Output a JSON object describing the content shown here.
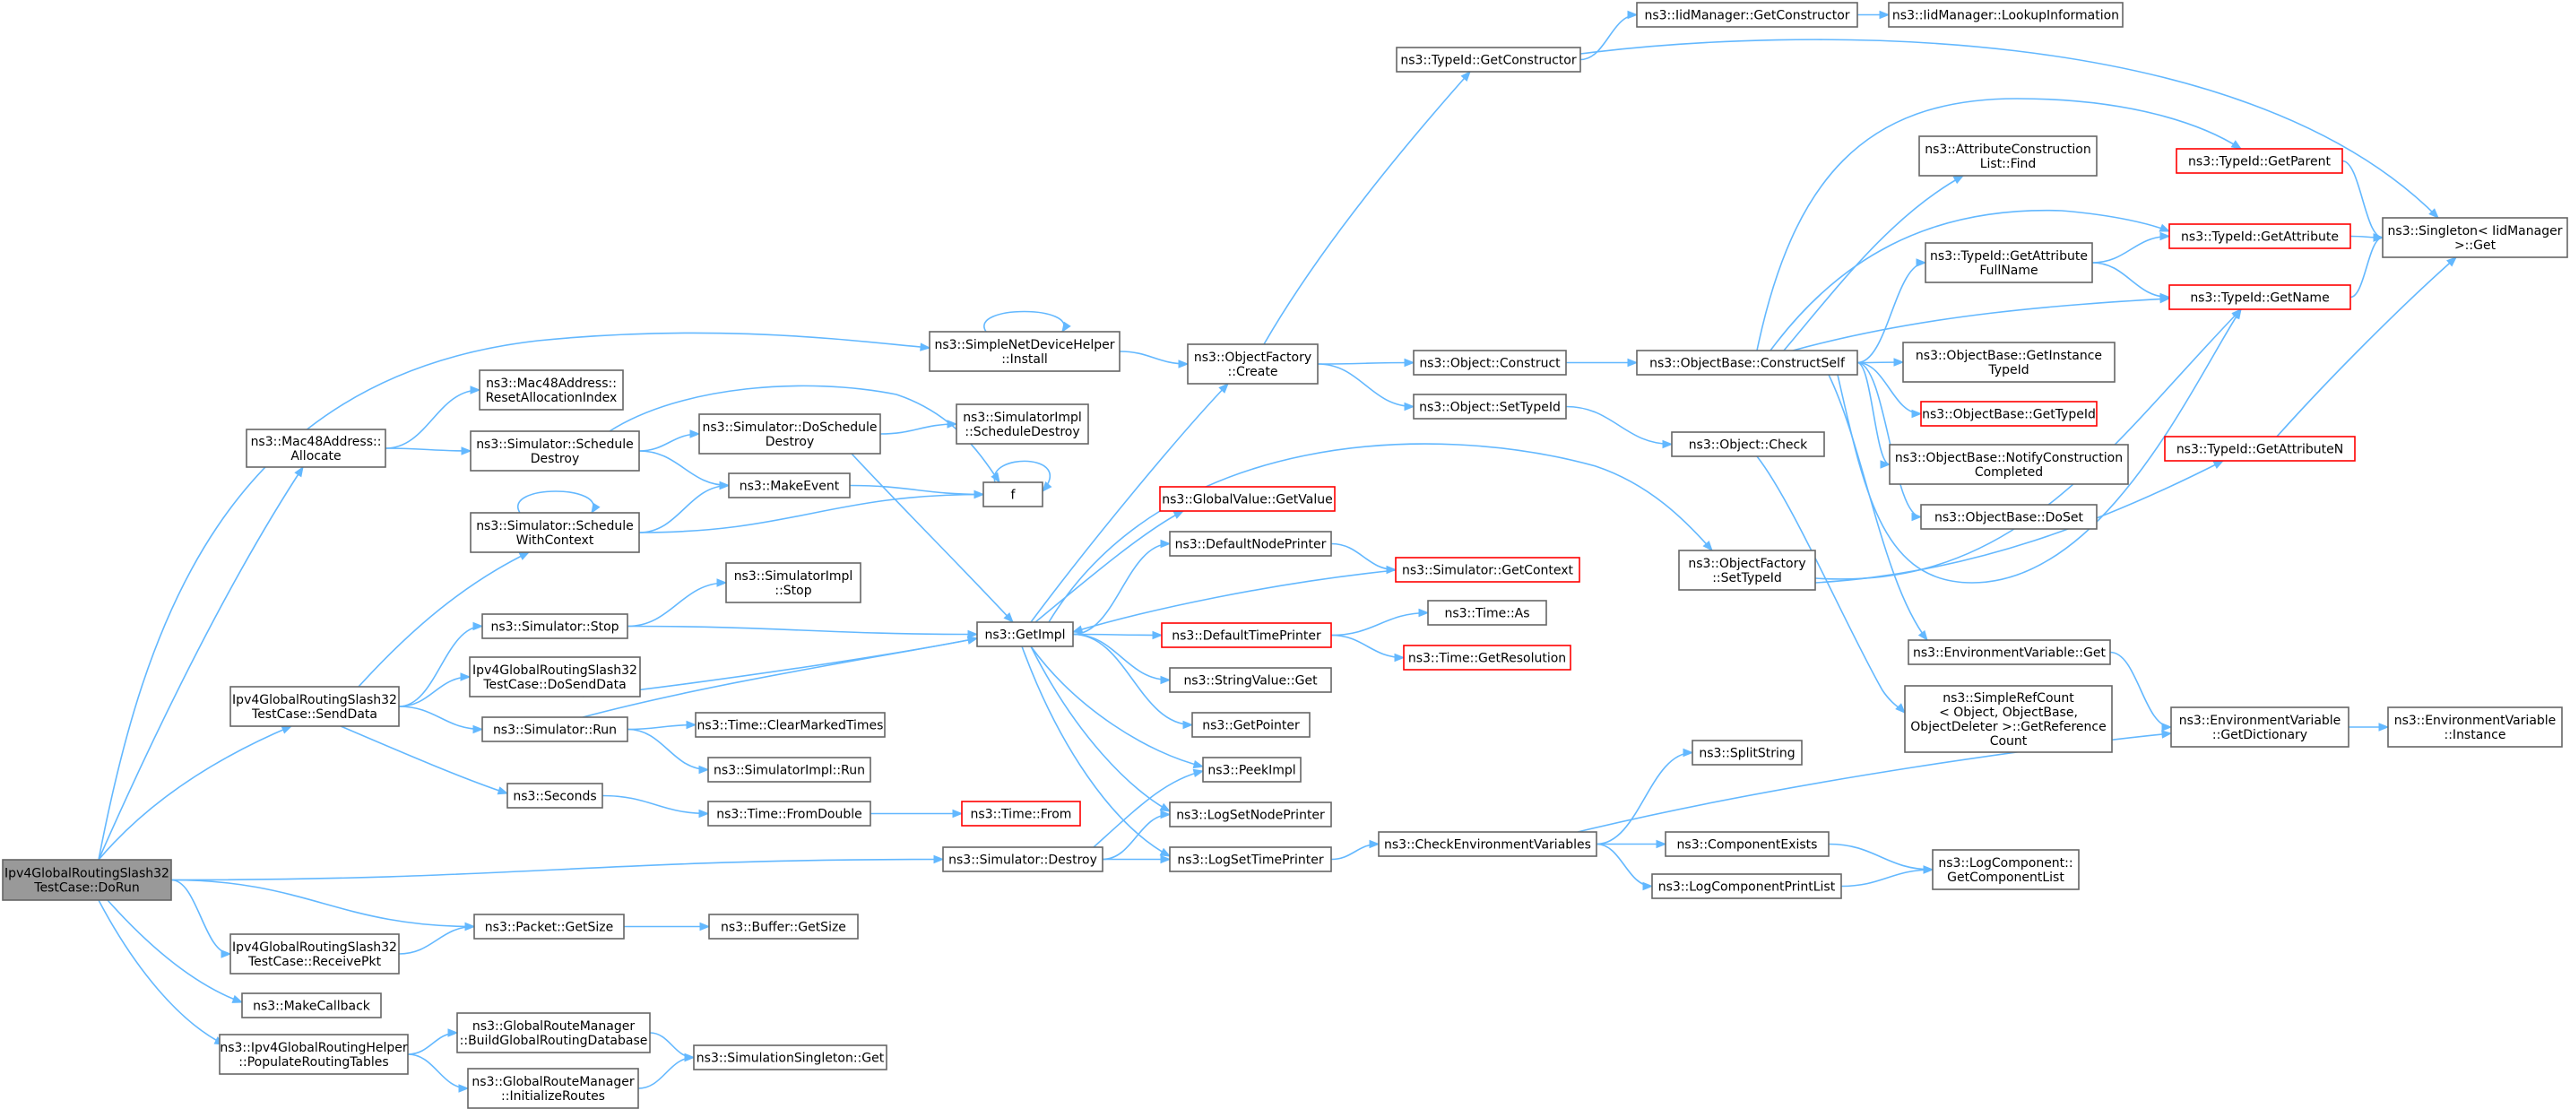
{
  "diagram": {
    "nodes": [
      {
        "id": "root",
        "lines": [
          "Ipv4GlobalRoutingSlash32",
          "TestCase::DoRun"
        ],
        "root": true
      },
      {
        "id": "mac48alloc",
        "lines": [
          "ns3::Mac48Address::",
          "Allocate"
        ]
      },
      {
        "id": "sendData",
        "lines": [
          "Ipv4GlobalRoutingSlash32",
          "TestCase::SendData"
        ]
      },
      {
        "id": "simDestroy",
        "lines": [
          "ns3::Simulator::Destroy"
        ]
      },
      {
        "id": "pktGetSize",
        "lines": [
          "ns3::Packet::GetSize"
        ]
      },
      {
        "id": "receivePkt",
        "lines": [
          "Ipv4GlobalRoutingSlash32",
          "TestCase::ReceivePkt"
        ]
      },
      {
        "id": "makeCallback",
        "lines": [
          "ns3::MakeCallback"
        ]
      },
      {
        "id": "populate",
        "lines": [
          "ns3::Ipv4GlobalRoutingHelper",
          "::PopulateRoutingTables"
        ]
      },
      {
        "id": "simpleNetInstall",
        "lines": [
          "ns3::SimpleNetDeviceHelper",
          "::Install"
        ]
      },
      {
        "id": "resetAlloc",
        "lines": [
          "ns3::Mac48Address::",
          "ResetAllocationIndex"
        ]
      },
      {
        "id": "schedDestroy",
        "lines": [
          "ns3::Simulator::Schedule",
          "Destroy"
        ]
      },
      {
        "id": "schedCtx",
        "lines": [
          "ns3::Simulator::Schedule",
          "WithContext"
        ]
      },
      {
        "id": "simStop",
        "lines": [
          "ns3::Simulator::Stop"
        ]
      },
      {
        "id": "doSendData",
        "lines": [
          "Ipv4GlobalRoutingSlash32",
          "TestCase::DoSendData"
        ]
      },
      {
        "id": "simRun",
        "lines": [
          "ns3::Simulator::Run"
        ]
      },
      {
        "id": "seconds",
        "lines": [
          "ns3::Seconds"
        ]
      },
      {
        "id": "bufGetSize",
        "lines": [
          "ns3::Buffer::GetSize"
        ]
      },
      {
        "id": "buildDb",
        "lines": [
          "ns3::GlobalRouteManager",
          "::BuildGlobalRoutingDatabase"
        ]
      },
      {
        "id": "initRoutes",
        "lines": [
          "ns3::GlobalRouteManager",
          "::InitializeRoutes"
        ]
      },
      {
        "id": "doSchedDestroy",
        "lines": [
          "ns3::Simulator::DoSchedule",
          "Destroy"
        ]
      },
      {
        "id": "makeEvent",
        "lines": [
          "ns3::MakeEvent"
        ]
      },
      {
        "id": "f",
        "lines": [
          "f"
        ]
      },
      {
        "id": "implSchedDestroy",
        "lines": [
          "ns3::SimulatorImpl",
          "::ScheduleDestroy"
        ]
      },
      {
        "id": "implStop",
        "lines": [
          "ns3::SimulatorImpl",
          "::Stop"
        ]
      },
      {
        "id": "getImpl",
        "lines": [
          "ns3::GetImpl"
        ]
      },
      {
        "id": "clearMarked",
        "lines": [
          "ns3::Time::ClearMarkedTimes"
        ]
      },
      {
        "id": "implRun",
        "lines": [
          "ns3::SimulatorImpl::Run"
        ]
      },
      {
        "id": "fromDouble",
        "lines": [
          "ns3::Time::FromDouble"
        ]
      },
      {
        "id": "timeFrom",
        "lines": [
          "ns3::Time::From"
        ],
        "red": true
      },
      {
        "id": "simSingletonGet",
        "lines": [
          "ns3::SimulationSingleton::Get"
        ]
      },
      {
        "id": "objFactCreate",
        "lines": [
          "ns3::ObjectFactory",
          "::Create"
        ]
      },
      {
        "id": "globalGetValue",
        "lines": [
          "ns3::GlobalValue::GetValue"
        ],
        "red": true
      },
      {
        "id": "defaultNodePrinter",
        "lines": [
          "ns3::DefaultNodePrinter"
        ]
      },
      {
        "id": "defaultTimePrinter",
        "lines": [
          "ns3::DefaultTimePrinter"
        ],
        "red": true
      },
      {
        "id": "stringValueGet",
        "lines": [
          "ns3::StringValue::Get"
        ]
      },
      {
        "id": "getPointer",
        "lines": [
          "ns3::GetPointer"
        ]
      },
      {
        "id": "peekImpl",
        "lines": [
          "ns3::PeekImpl"
        ]
      },
      {
        "id": "logSetNodePrinter",
        "lines": [
          "ns3::LogSetNodePrinter"
        ]
      },
      {
        "id": "logSetTimePrinter",
        "lines": [
          "ns3::LogSetTimePrinter"
        ]
      },
      {
        "id": "typeIdGetConstructor",
        "lines": [
          "ns3::TypeId::GetConstructor"
        ]
      },
      {
        "id": "objConstruct",
        "lines": [
          "ns3::Object::Construct"
        ]
      },
      {
        "id": "objSetTypeId",
        "lines": [
          "ns3::Object::SetTypeId"
        ]
      },
      {
        "id": "simGetContext",
        "lines": [
          "ns3::Simulator::GetContext"
        ],
        "red": true
      },
      {
        "id": "timeAs",
        "lines": [
          "ns3::Time::As"
        ]
      },
      {
        "id": "timeGetRes",
        "lines": [
          "ns3::Time::GetResolution"
        ],
        "red": true
      },
      {
        "id": "checkEnvVars",
        "lines": [
          "ns3::CheckEnvironmentVariables"
        ]
      },
      {
        "id": "iidGetConstructor",
        "lines": [
          "ns3::IidManager::GetConstructor"
        ]
      },
      {
        "id": "iidLookup",
        "lines": [
          "ns3::IidManager::LookupInformation"
        ]
      },
      {
        "id": "objBaseConstructSelf",
        "lines": [
          "ns3::ObjectBase::ConstructSelf"
        ]
      },
      {
        "id": "objCheck",
        "lines": [
          "ns3::Object::Check"
        ]
      },
      {
        "id": "objFactSetTypeId",
        "lines": [
          "ns3::ObjectFactory",
          "::SetTypeId"
        ]
      },
      {
        "id": "splitString",
        "lines": [
          "ns3::SplitString"
        ]
      },
      {
        "id": "componentExists",
        "lines": [
          "ns3::ComponentExists"
        ]
      },
      {
        "id": "logComponentPrintList",
        "lines": [
          "ns3::LogComponentPrintList"
        ]
      },
      {
        "id": "attrConstructionFind",
        "lines": [
          "ns3::AttributeConstruction",
          "List::Find"
        ]
      },
      {
        "id": "typeIdGetAttrFullName",
        "lines": [
          "ns3::TypeId::GetAttribute",
          "FullName"
        ]
      },
      {
        "id": "objBaseGetInstanceTypeId",
        "lines": [
          "ns3::ObjectBase::GetInstance",
          "TypeId"
        ]
      },
      {
        "id": "objBaseGetTypeId",
        "lines": [
          "ns3::ObjectBase::GetTypeId"
        ],
        "red": true
      },
      {
        "id": "objBaseNotifyConstructionCompleted",
        "lines": [
          "ns3::ObjectBase::NotifyConstruction",
          "Completed"
        ]
      },
      {
        "id": "objBaseDoSet",
        "lines": [
          "ns3::ObjectBase::DoSet"
        ]
      },
      {
        "id": "envVarGet",
        "lines": [
          "ns3::EnvironmentVariable::Get"
        ]
      },
      {
        "id": "simpleRefCount",
        "lines": [
          "ns3::SimpleRefCount",
          "< Object, ObjectBase,",
          " ObjectDeleter >::GetReference",
          "Count"
        ]
      },
      {
        "id": "logComponentGetList",
        "lines": [
          "ns3::LogComponent::",
          "GetComponentList"
        ]
      },
      {
        "id": "typeIdGetParent",
        "lines": [
          "ns3::TypeId::GetParent"
        ],
        "red": true
      },
      {
        "id": "typeIdGetAttribute",
        "lines": [
          "ns3::TypeId::GetAttribute"
        ],
        "red": true
      },
      {
        "id": "typeIdGetName",
        "lines": [
          "ns3::TypeId::GetName"
        ],
        "red": true
      },
      {
        "id": "typeIdGetAttributeN",
        "lines": [
          "ns3::TypeId::GetAttributeN"
        ],
        "red": true
      },
      {
        "id": "envVarGetDict",
        "lines": [
          "ns3::EnvironmentVariable",
          "::GetDictionary"
        ]
      },
      {
        "id": "singletonGet",
        "lines": [
          "ns3::Singleton< IidManager",
          " >::Get"
        ]
      },
      {
        "id": "envVarInstance",
        "lines": [
          "ns3::EnvironmentVariable",
          "::Instance"
        ]
      }
    ]
  }
}
